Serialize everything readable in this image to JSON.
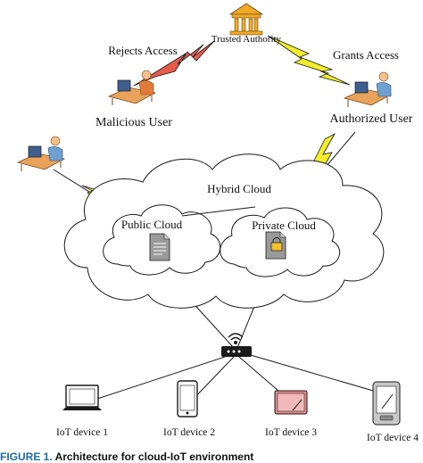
{
  "nodes": {
    "trusted_authority": "Trusted Authority",
    "malicious_user": "Malicious User",
    "authorized_user": "Authorized User",
    "hybrid_cloud": "Hybrid Cloud",
    "public_cloud": "Public Cloud",
    "private_cloud": "Private Cloud"
  },
  "edges": {
    "rejects": "Rejects Access",
    "grants": "Grants Access"
  },
  "devices": [
    "IoT device 1",
    "IoT device 2",
    "IoT device 3",
    "IoT device 4"
  ],
  "caption": {
    "label": "FIGURE 1.",
    "text": "Architecture for cloud-IoT environment"
  },
  "colors": {
    "lightning": "#f2ef2a",
    "lightning_red": "#e85a4a",
    "stroke": "#1a1a1a",
    "building": "#f0a826",
    "person_skin": "#f3c08c",
    "person_shirt": "#6fa0cf",
    "desk": "#e8a25a",
    "device3": "#e08a8a",
    "caption_label": "#1f6aa5"
  },
  "icons": {
    "authority": "bank-building-icon",
    "user": "user-at-desk-icon",
    "document": "document-icon",
    "locked_document": "locked-document-icon",
    "router": "wireless-router-icon",
    "laptop": "laptop-icon",
    "phone": "smartphone-icon",
    "tablet": "tablet-icon",
    "pda": "pda-icon"
  }
}
